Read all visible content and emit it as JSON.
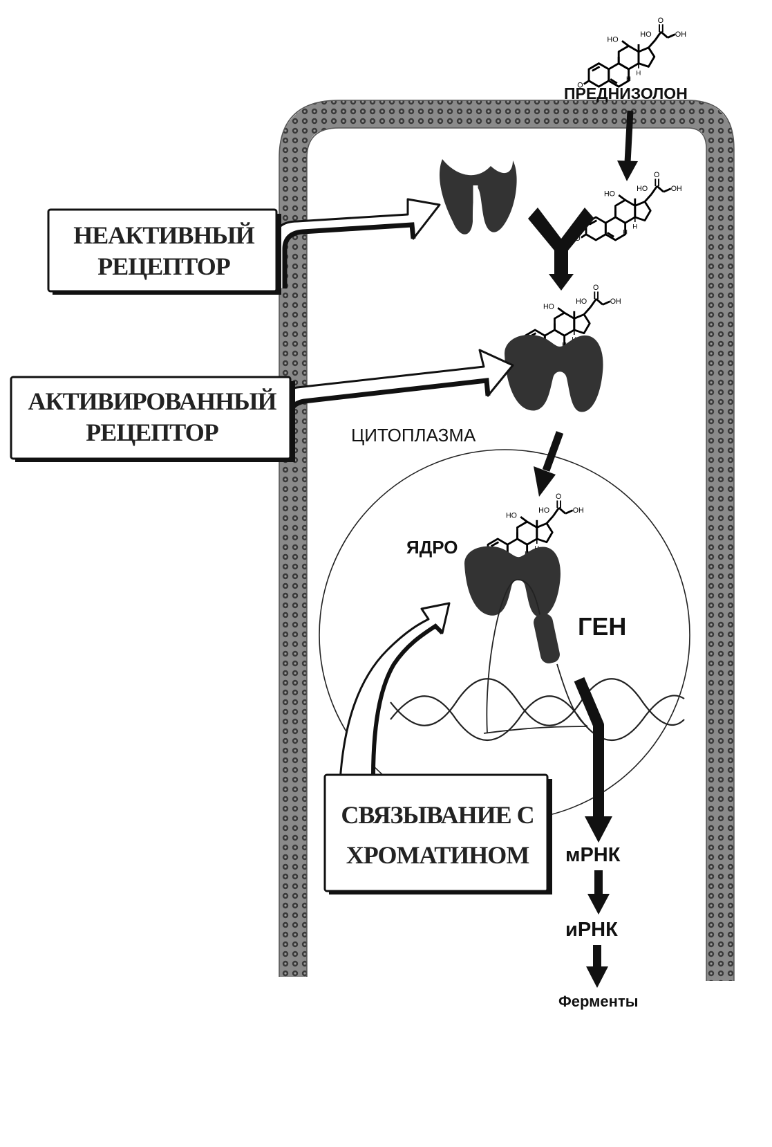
{
  "labels": {
    "prednisolone": "ПРЕДНИЗОЛОН",
    "cytoplasm": "ЦИТОПЛАЗМА",
    "nucleus": "ЯДРО",
    "gene": "ГЕН",
    "mrna": "мРНК",
    "irna": "иРНК",
    "enzymes": "Ферменты"
  },
  "callouts": {
    "inactive_receptor": {
      "line1": "НЕАКТИВНЫЙ",
      "line2": "РЕЦЕПТОР"
    },
    "activated_receptor": {
      "line1": "АКТИВИРОВАННЫЙ",
      "line2": "РЕЦЕПТОР"
    },
    "chromatin_binding": {
      "line1": "СВЯЗЫВАНИЕ С",
      "line2": "ХРОМАТИНОМ"
    }
  },
  "molecule": {
    "ho_ring": "HO",
    "ho_side": "HO",
    "oh": "OH",
    "ketone_o": "O",
    "side_o": "O",
    "h_label": "H"
  }
}
